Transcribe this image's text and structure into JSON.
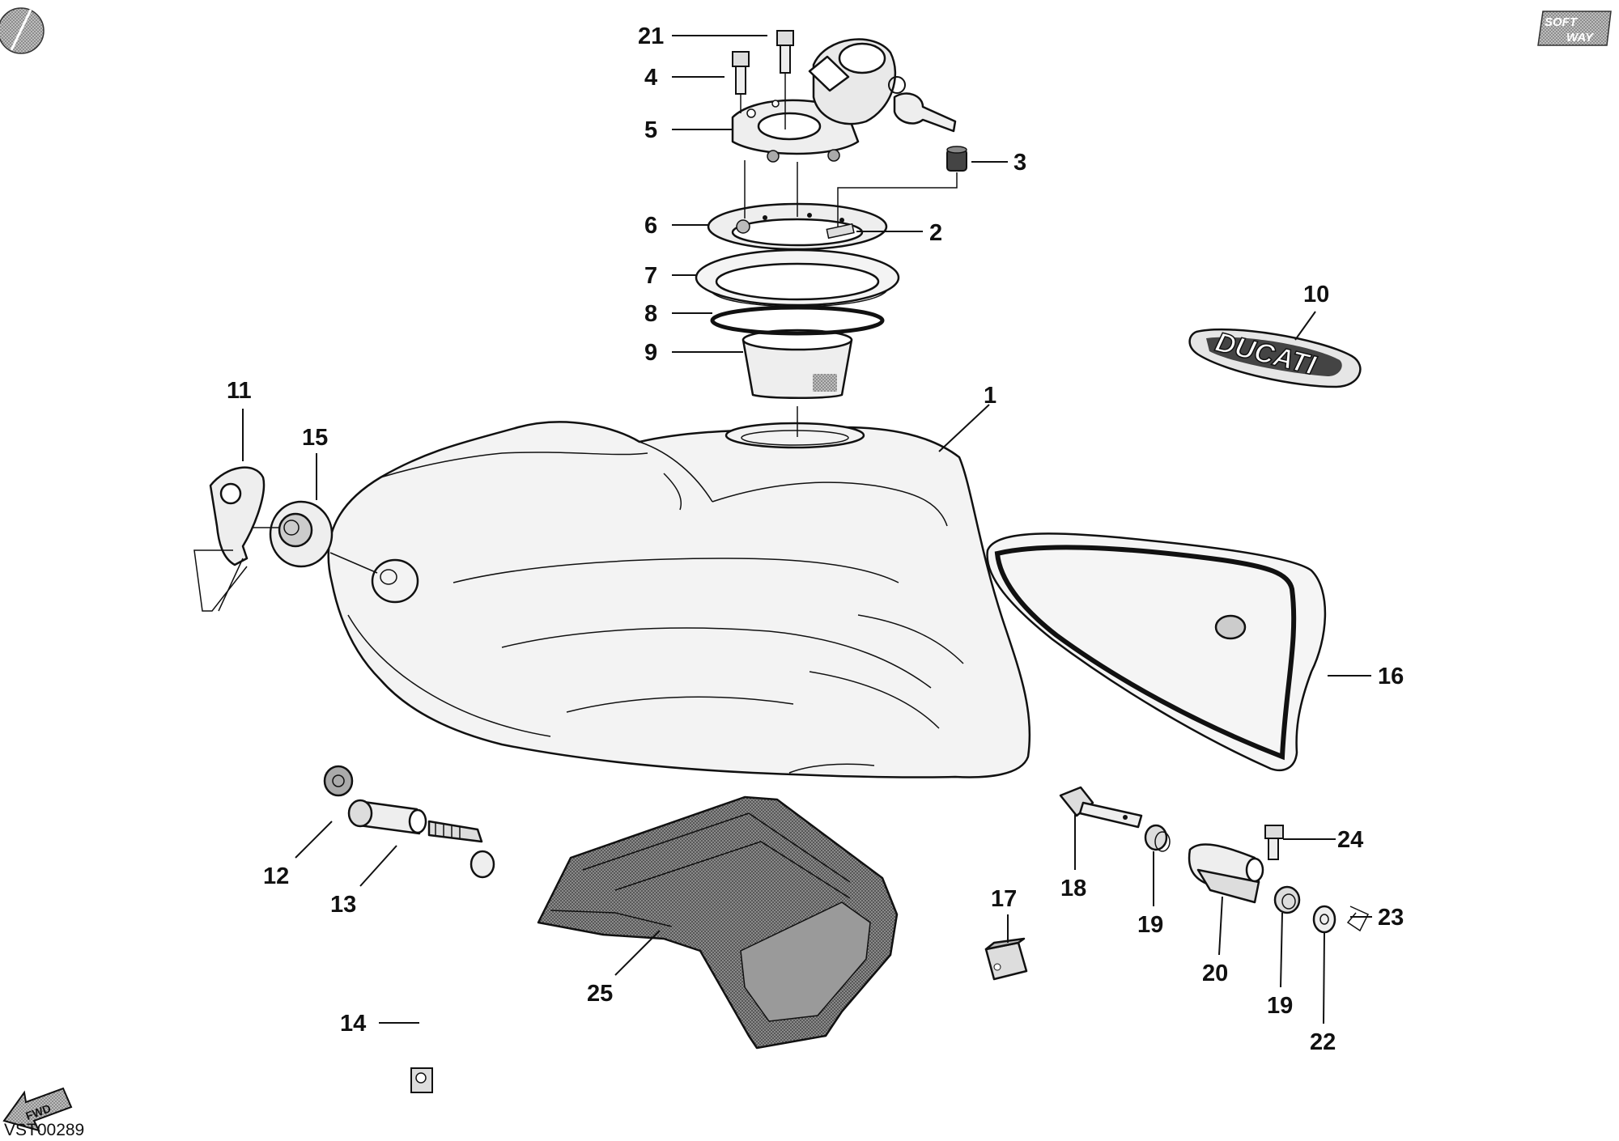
{
  "diagram": {
    "drawing_code": "VST00289",
    "brand_logo": [
      "SOFT",
      "WAY"
    ],
    "fwd_label": "FWD",
    "decal_text": "DUCATI",
    "callout_numbers": [
      "1",
      "2",
      "3",
      "4",
      "5",
      "6",
      "7",
      "8",
      "9",
      "10",
      "11",
      "12",
      "13",
      "14",
      "15",
      "16",
      "17",
      "18",
      "19",
      "20",
      "21",
      "22",
      "23",
      "24",
      "25"
    ],
    "colors": {
      "line": "#111111",
      "tank_fill": "#f3f3f3",
      "dark_part": "#777777",
      "background": "#ffffff"
    }
  }
}
